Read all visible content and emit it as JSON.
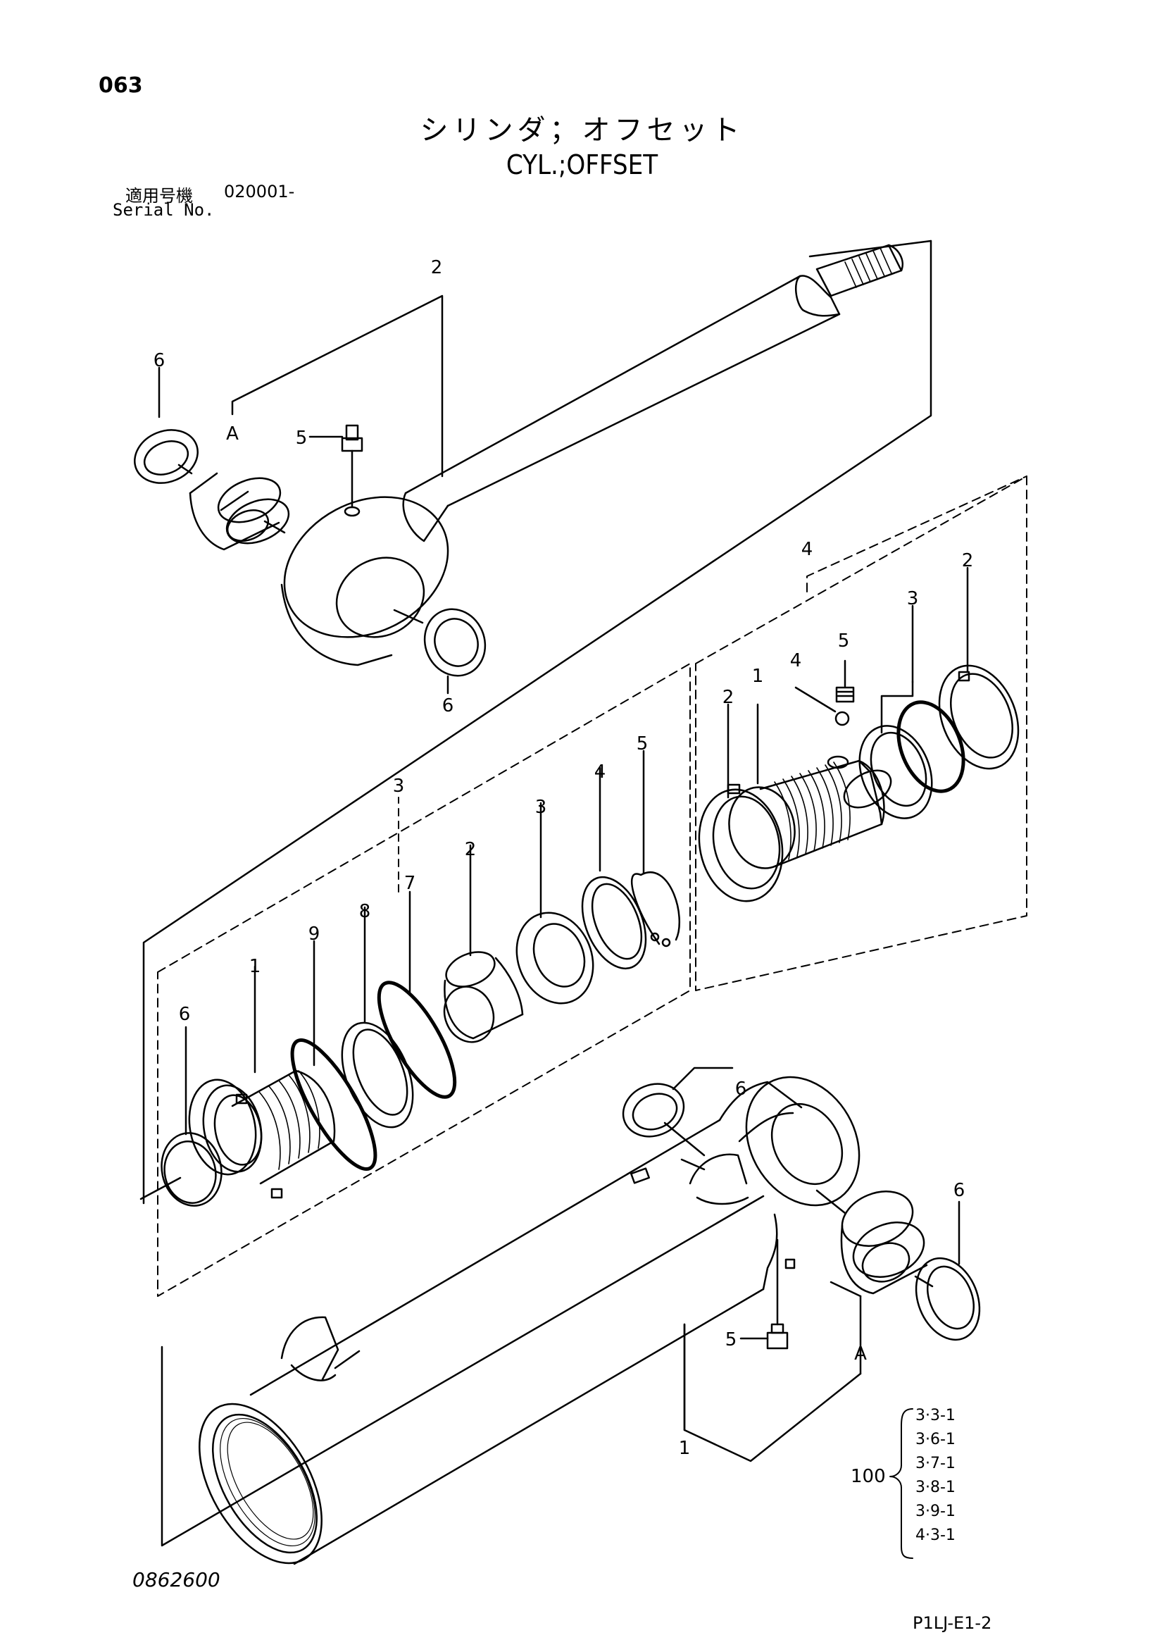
{
  "header": {
    "page_number": "063",
    "title_jp": "シリンダ；オフセット",
    "title_en": "CYL.;OFFSET",
    "serial_label_jp": "適用号機",
    "serial_code": "020001-",
    "serial_label_en": "Serial No."
  },
  "footer": {
    "drawing_number": "0862600",
    "reference_code": "P1LJ-E1-2"
  },
  "callouts": {
    "rod_2": "2",
    "rod_6_top": "6",
    "rod_A": "A",
    "rod_5": "5",
    "rod_6_bottom": "6",
    "kit4": "4",
    "kit4_2_right": "2",
    "kit4_3": "3",
    "kit4_5": "5",
    "kit4_4": "4",
    "kit4_1": "1",
    "kit4_2_left": "2",
    "kit3": "3",
    "kit3_5": "5",
    "kit3_4": "4",
    "kit3_3": "3",
    "kit3_2": "2",
    "kit3_7": "7",
    "kit3_8": "8",
    "kit3_9": "9",
    "kit3_1": "1",
    "kit3_6": "6",
    "tube_6_top": "6",
    "tube_6_right": "6",
    "tube_5": "5",
    "tube_A": "A",
    "tube_1": "1"
  },
  "kit_list": {
    "label": "100",
    "items": [
      "3·3-1",
      "3·6-1",
      "3·7-1",
      "3·8-1",
      "3·9-1",
      "4·3-1"
    ]
  }
}
